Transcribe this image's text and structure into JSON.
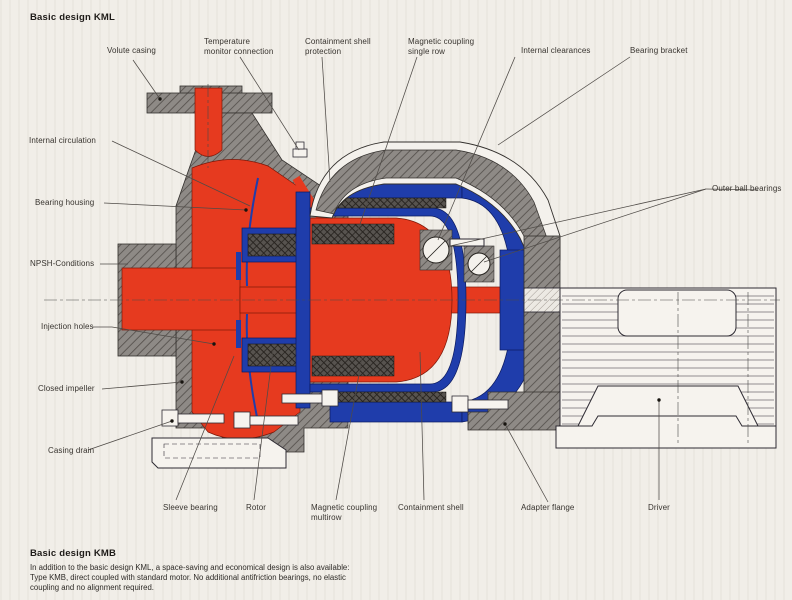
{
  "document": {
    "section_top_title": "Basic design KML",
    "section_bottom_title": "Basic design KMB",
    "bottom_paragraph": "In addition to the basic design KML, a space-saving and economical design is also available:\nType KMB, direct coupled with standard motor. No additional antifriction bearings, no elastic\ncoupling and no alignment required."
  },
  "labels": {
    "volute_casing": "Volute casing",
    "temperature_monitor_connection": "Temperature\nmonitor connection",
    "containment_shell_protection": "Containment shell\nprotection",
    "magnetic_coupling_single_row": "Magnetic coupling\nsingle row",
    "internal_clearances": "Internal clearances",
    "bearing_bracket": "Bearing bracket",
    "outer_ball_bearings": "Outer ball bearings",
    "internal_circulation": "Internal circulation",
    "bearing_housing": "Bearing housing",
    "npsh_conditions": "NPSH-Conditions",
    "injection_holes": "Injection holes",
    "closed_impeller": "Closed impeller",
    "casing_drain": "Casing drain",
    "sleeve_bearing": "Sleeve bearing",
    "rotor": "Rotor",
    "magnetic_coupling_multirow": "Magnetic coupling\nmultirow",
    "containment_shell": "Containment shell",
    "adapter_flange": "Adapter flange",
    "driver": "Driver"
  },
  "colors": {
    "pump_liquid_red": "#e63a1f",
    "drive_blue": "#1f3dab",
    "casing_gray": "#8e8a86",
    "magnet_dark": "#4c4845",
    "paper": "#f1eee8"
  }
}
